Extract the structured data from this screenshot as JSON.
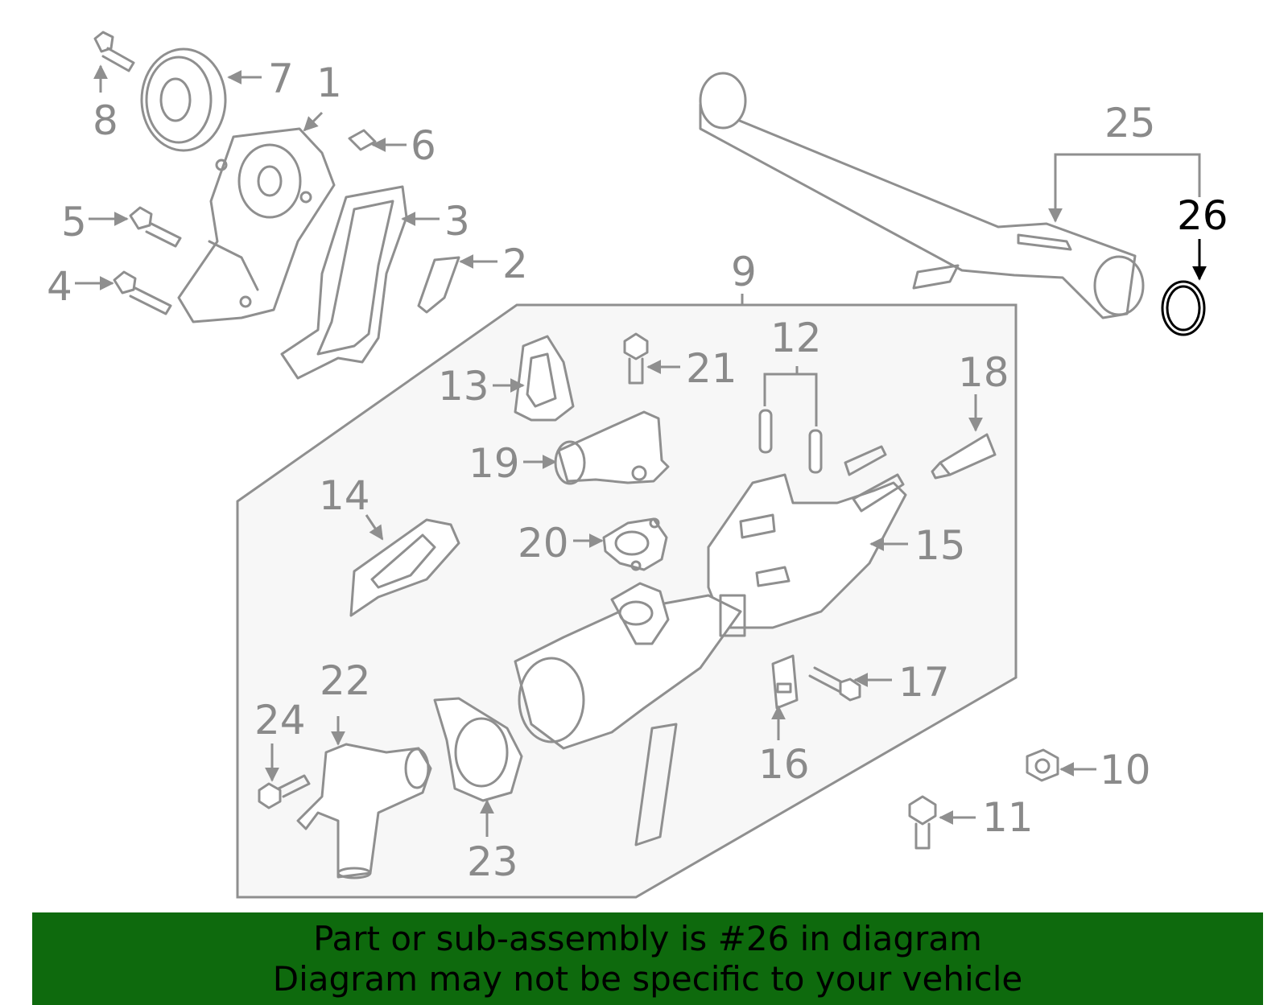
{
  "diagram": {
    "highlighted_part": "26",
    "colors": {
      "parts": "#8f8f8f",
      "highlight": "#000000",
      "group_box": "#f7f7f7",
      "banner": "#0e6a0d"
    },
    "labels": [
      {
        "id": "l1",
        "text": "1"
      },
      {
        "id": "l2",
        "text": "2"
      },
      {
        "id": "l3",
        "text": "3"
      },
      {
        "id": "l4",
        "text": "4"
      },
      {
        "id": "l5",
        "text": "5"
      },
      {
        "id": "l6",
        "text": "6"
      },
      {
        "id": "l7",
        "text": "7"
      },
      {
        "id": "l8",
        "text": "8"
      },
      {
        "id": "l9",
        "text": "9"
      },
      {
        "id": "l10",
        "text": "10"
      },
      {
        "id": "l11",
        "text": "11"
      },
      {
        "id": "l12",
        "text": "12"
      },
      {
        "id": "l13",
        "text": "13"
      },
      {
        "id": "l14",
        "text": "14"
      },
      {
        "id": "l15",
        "text": "15"
      },
      {
        "id": "l16",
        "text": "16"
      },
      {
        "id": "l17",
        "text": "17"
      },
      {
        "id": "l18",
        "text": "18"
      },
      {
        "id": "l19",
        "text": "19"
      },
      {
        "id": "l20",
        "text": "20"
      },
      {
        "id": "l21",
        "text": "21"
      },
      {
        "id": "l22",
        "text": "22"
      },
      {
        "id": "l23",
        "text": "23"
      },
      {
        "id": "l24",
        "text": "24"
      },
      {
        "id": "l25",
        "text": "25"
      },
      {
        "id": "l26",
        "text": "26"
      }
    ]
  },
  "banner": {
    "line1": "Part or sub-assembly is #26 in diagram",
    "line2": "Diagram may not be specific to your vehicle"
  }
}
